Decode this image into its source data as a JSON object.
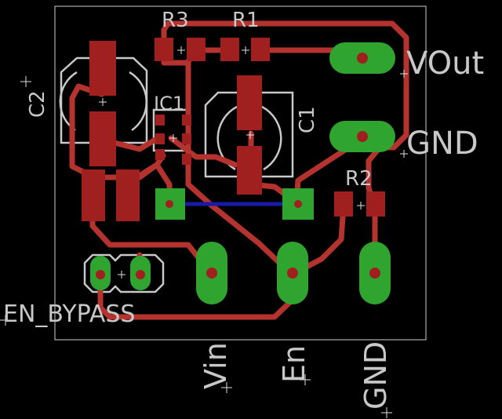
{
  "labels": {
    "r3": "R3",
    "r1": "R1",
    "r2": "R2",
    "ic1": "IC1",
    "c1": "C1",
    "c2": "C2",
    "vout": "VOut",
    "gnd_right": "GND",
    "vin": "Vin",
    "en": "En",
    "gnd_bottom": "GND",
    "en_bypass": "EN_BYPASS"
  },
  "colors": {
    "copper_top": "#b5332f",
    "pad": "#a01f1f",
    "through_hole": "#2fa52f",
    "bottom_trace": "#1a1aa8",
    "silkscreen": "#c8c8c8",
    "background": "#000000"
  }
}
